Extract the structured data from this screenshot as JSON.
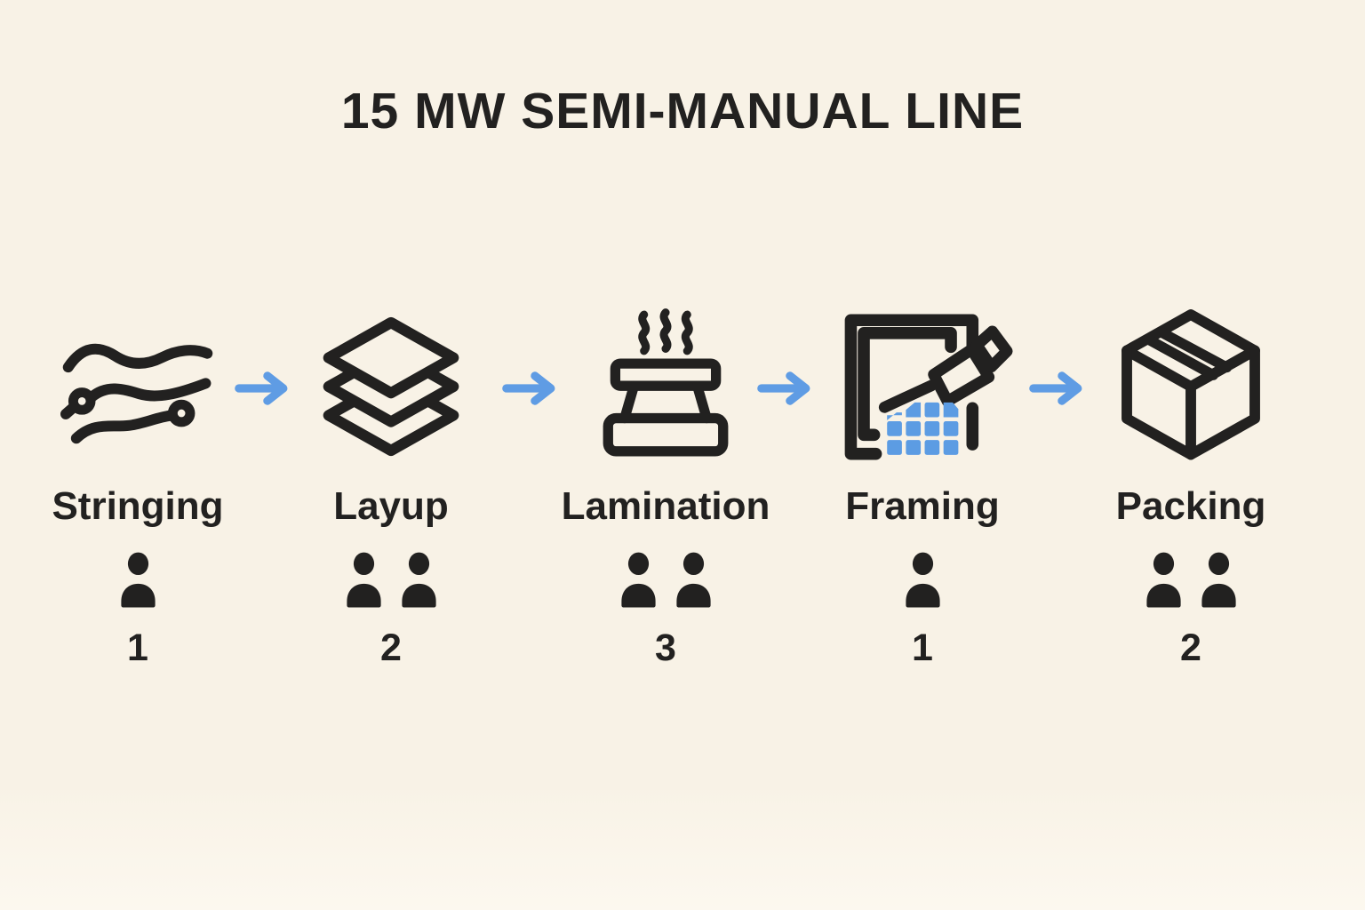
{
  "title": "15 MW SEMI-MANUAL LINE",
  "colors": {
    "background": "#F8F2E6",
    "ink": "#222120",
    "arrow_blue": "#5F9CE4",
    "cell_blue": "#5C9CE3"
  },
  "steps": [
    {
      "label": "Stringing",
      "workers": "1",
      "worker_icons": 1,
      "icon": "stringing-wires-icon"
    },
    {
      "label": "Layup",
      "workers": "2",
      "worker_icons": 2,
      "icon": "stacked-layers-icon"
    },
    {
      "label": "Lamination",
      "workers": "3",
      "worker_icons": 2,
      "icon": "heat-press-icon"
    },
    {
      "label": "Framing",
      "workers": "1",
      "worker_icons": 1,
      "icon": "frame-sealant-gun-icon"
    },
    {
      "label": "Packing",
      "workers": "2",
      "worker_icons": 2,
      "icon": "packing-box-icon"
    }
  ],
  "arrows": {
    "count": 4,
    "glyph": "right-arrow"
  }
}
